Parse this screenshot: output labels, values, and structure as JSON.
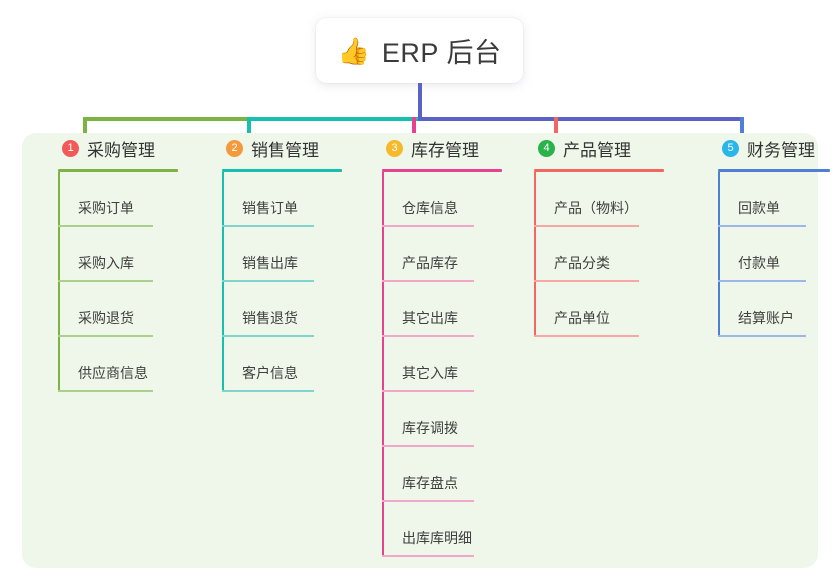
{
  "title": {
    "icon": "thumbs-up-icon",
    "icon_glyph": "👍",
    "text": "ERP 后台"
  },
  "colors": {
    "panel_background": "#eef7e9",
    "page_background": "#ffffff",
    "card_background": "#ffffff",
    "text": "#3c3c3c",
    "stem_purple": "#5b62c6",
    "branch_green": "#7cb342",
    "branch_teal": "#16bfae",
    "branch_pink": "#e8418f",
    "branch_red": "#f2675f",
    "branch_blue": "#4f7fd4"
  },
  "columns": [
    {
      "index": "1",
      "badge_color": "#f25a5a",
      "title": "采购管理",
      "accent": "#7cb342",
      "accent_light": "#a9d18c",
      "items": [
        {
          "label": "采购订单"
        },
        {
          "label": "采购入库"
        },
        {
          "label": "采购退货"
        },
        {
          "label": "供应商信息"
        }
      ]
    },
    {
      "index": "2",
      "badge_color": "#f59a3c",
      "title": "销售管理",
      "accent": "#16bfae",
      "accent_light": "#7fd5cd",
      "items": [
        {
          "label": "销售订单"
        },
        {
          "label": "销售出库"
        },
        {
          "label": "销售退货"
        },
        {
          "label": "客户信息"
        }
      ]
    },
    {
      "index": "3",
      "badge_color": "#f5b92a",
      "title": "库存管理",
      "accent": "#e8418f",
      "accent_light": "#efa8c9",
      "items": [
        {
          "label": "仓库信息"
        },
        {
          "label": "产品库存"
        },
        {
          "label": "其它出库"
        },
        {
          "label": "其它入库"
        },
        {
          "label": "库存调拨"
        },
        {
          "label": "库存盘点"
        },
        {
          "label": "出库库明细"
        }
      ]
    },
    {
      "index": "4",
      "badge_color": "#2ab34a",
      "title": "产品管理",
      "accent": "#f2675f",
      "accent_light": "#f8a8a2",
      "items": [
        {
          "label": "产品（物料）"
        },
        {
          "label": "产品分类"
        },
        {
          "label": "产品单位"
        }
      ]
    },
    {
      "index": "5",
      "badge_color": "#29b6e8",
      "title": "财务管理",
      "accent": "#4f7fd4",
      "accent_light": "#9cb7e8",
      "items": [
        {
          "label": "回款单"
        },
        {
          "label": "付款单"
        },
        {
          "label": "结算账户"
        }
      ]
    }
  ]
}
